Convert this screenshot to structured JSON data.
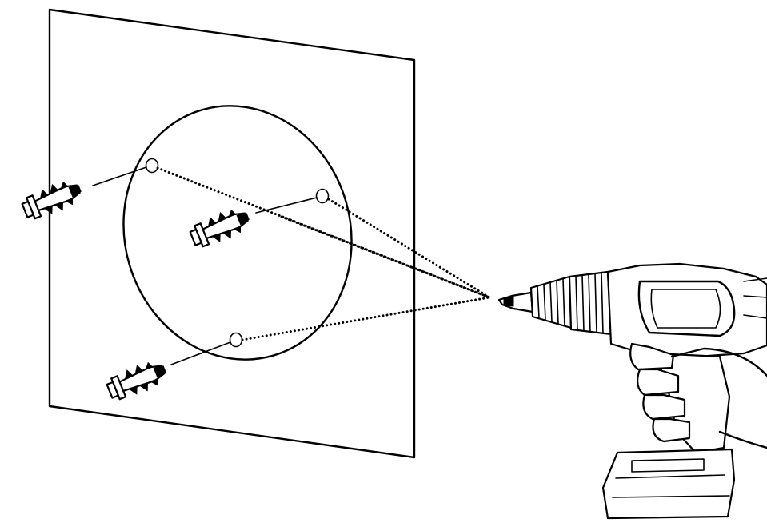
{
  "figure": {
    "palette": {
      "ink": "#000000",
      "paper": "#ffffff"
    },
    "parts": {
      "wall": "wall-panel",
      "mount": "circular-mounting-template",
      "holes": [
        "upper-left-hole",
        "right-hole",
        "bottom-hole"
      ],
      "anchors": [
        "wall-anchor-upper-left",
        "wall-anchor-center",
        "wall-anchor-lower"
      ],
      "tool": "cordless-drill-icon",
      "action": "drill-guide-lines"
    }
  }
}
